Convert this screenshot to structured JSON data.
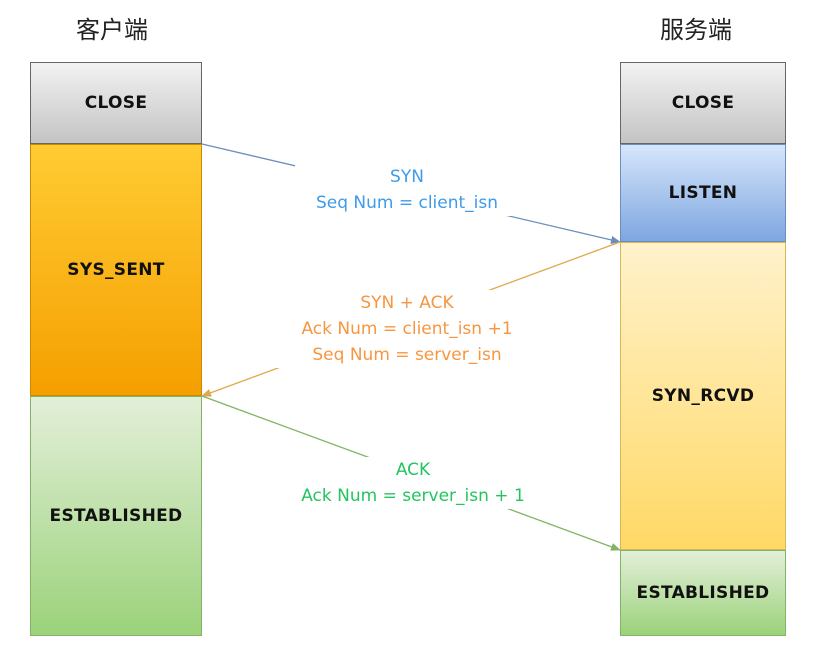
{
  "client": {
    "title": "客户端",
    "states": [
      "CLOSE",
      "SYS_SENT",
      "ESTABLISHED"
    ]
  },
  "server": {
    "title": "服务端",
    "states": [
      "CLOSE",
      "LISTEN",
      "SYN_RCVD",
      "ESTABLISHED"
    ]
  },
  "messages": {
    "syn": {
      "line1": "SYN",
      "line2": "Seq Num = client_isn"
    },
    "synack": {
      "line1": "SYN + ACK",
      "line2": "Ack Num =  client_isn +1",
      "line3": "Seq Num = server_isn"
    },
    "ack": {
      "line1": "ACK",
      "line2": "Ack Num = server_isn + 1"
    }
  },
  "colors": {
    "syn": "#3d9be9",
    "synack": "#f7963f",
    "ack": "#22c55e",
    "syn_line": "#6c8ebf",
    "synack_line": "#e0a84b",
    "ack_line": "#82b366"
  }
}
